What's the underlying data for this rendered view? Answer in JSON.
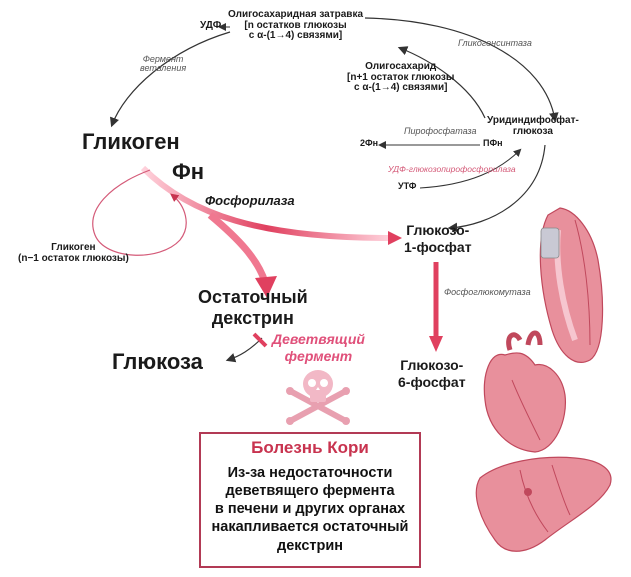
{
  "labels": {
    "udf": "УДФ",
    "oligo_primer": "Олигосахаридная затравка\n[n остатков глюкозы\nс α-(1→4) связями]",
    "branching_enzyme": "Фермент\nветвления",
    "glycogen_synthase": "Гликогенсинтаза",
    "oligo_n1": "Олигосахарид\n[n+1 остаток глюкозы\nс α-(1→4) связями]",
    "udp_glucose": "Уридиндифосфат-\nглюкоза",
    "pyrophosphatase": "Пирофосфатаза",
    "two_pn": "2Фн",
    "ppn": "ПФн",
    "udp_glucose_pyrophosphorylase": "УДФ-глюкозопирофосфорилаза",
    "utp": "УТФ",
    "glycogen": "Гликоген",
    "phosphate": "Фн",
    "phosphorylase": "Фосфорилаза",
    "glucose_1p": "Глюкозо-\n1-фосфат",
    "glycogen_n1": "Гликоген\n(n−1 остаток глюкозы)",
    "phosphoglucomutase": "Фосфоглюкомутаза",
    "residual_dextrin": "Остаточный\nдекстрин",
    "debranching_enzyme": "Деветвящий\nфермент",
    "glucose": "Глюкоза",
    "glucose_6p": "Глюкозо-\n6-фосфат"
  },
  "disease": {
    "title": "Болезнь Кори",
    "text": "Из-за недостаточности\nдеветвящего фермента\nв печени и других органах\nнакапливается остаточный\nдекстрин"
  },
  "colors": {
    "accent_red": "#e0405f",
    "arrow_pink": "#f07890",
    "box_border": "#b23a55",
    "organ_pink": "#e8909c",
    "organ_dark": "#c0485c",
    "line_dark": "#333333"
  },
  "icons": [
    "skull-crossbones-icon",
    "muscle-icon",
    "heart-icon",
    "liver-icon"
  ]
}
